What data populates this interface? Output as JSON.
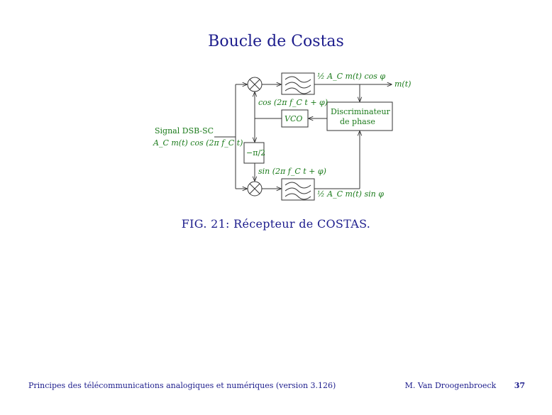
{
  "slide": {
    "title": "Boucle de Costas"
  },
  "diagram": {
    "input_label_line1": "Signal DSB-SC",
    "input_label_line2": "A_C m(t) cos (2π f_C t)",
    "vco_label": "VCO",
    "phase_shift_label": "−π/2",
    "discriminator_line1": "Discriminateur",
    "discriminator_line2": "de phase",
    "cos_ref_label": "cos (2π f_C t + φ)",
    "sin_ref_label": "sin (2π f_C t + φ)",
    "upper_output_label": "½ A_C m(t) cos φ",
    "lower_output_label": "½ A_C m(t) sin φ",
    "output_label": "m(t)"
  },
  "caption": {
    "text": "FIG. 21: Récepteur de COSTAS."
  },
  "footer": {
    "left": "Principes des télécommunications analogiques et numériques (version 3.126)",
    "author": "M. Van Droogenbroeck",
    "page": "37"
  }
}
